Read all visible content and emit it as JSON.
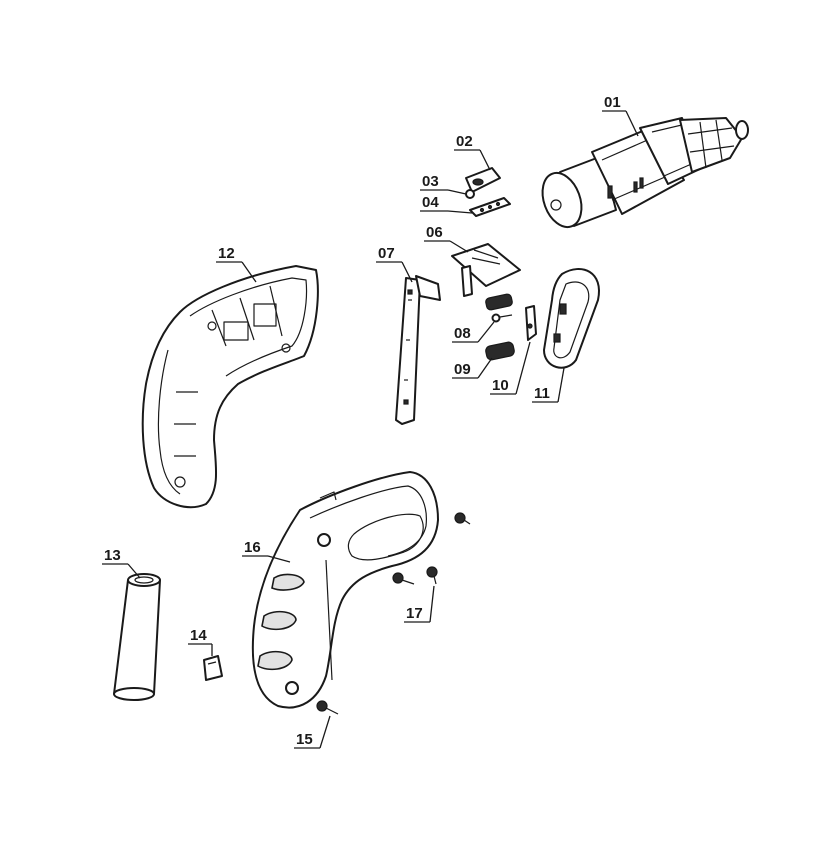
{
  "diagram": {
    "parts": [
      {
        "id": "p01",
        "label": "01"
      },
      {
        "id": "p02",
        "label": "02"
      },
      {
        "id": "p03",
        "label": "03"
      },
      {
        "id": "p04",
        "label": "04"
      },
      {
        "id": "p06",
        "label": "06"
      },
      {
        "id": "p07",
        "label": "07"
      },
      {
        "id": "p08",
        "label": "08"
      },
      {
        "id": "p09",
        "label": "09"
      },
      {
        "id": "p10",
        "label": "10"
      },
      {
        "id": "p11",
        "label": "11"
      },
      {
        "id": "p12",
        "label": "12"
      },
      {
        "id": "p13",
        "label": "13"
      },
      {
        "id": "p14",
        "label": "14"
      },
      {
        "id": "p15",
        "label": "15"
      },
      {
        "id": "p16",
        "label": "16"
      },
      {
        "id": "p17",
        "label": "17"
      }
    ]
  }
}
